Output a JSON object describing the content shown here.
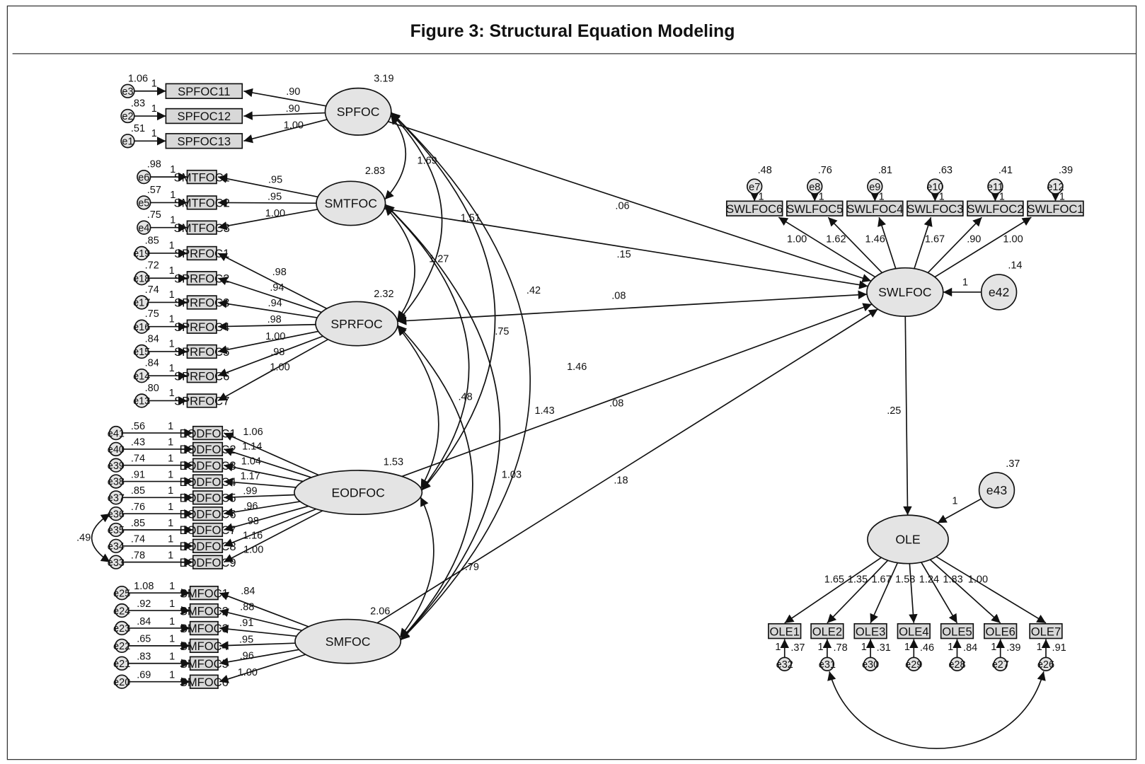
{
  "title": "Figure 3: Structural Equation Modeling",
  "colors": {
    "node_fill": "#e4e4e4",
    "stroke": "#111111",
    "frame": "#333333"
  },
  "latent": [
    {
      "name": "SPFOC",
      "variance": "3.19"
    },
    {
      "name": "SMTFOC",
      "variance": "2.83"
    },
    {
      "name": "SPRFOC",
      "variance": "2.32"
    },
    {
      "name": "EODFOC",
      "variance": "1.53"
    },
    {
      "name": "SMFOC",
      "variance": "2.06"
    },
    {
      "name": "SWLFOC",
      "variance": ""
    },
    {
      "name": "OLE",
      "variance": ""
    }
  ],
  "disturbances": [
    {
      "name": "e42",
      "variance": ".14",
      "target": "SWLFOC",
      "weight": "1"
    },
    {
      "name": "e43",
      "variance": ".37",
      "target": "OLE",
      "weight": "1"
    }
  ],
  "indicator_groups": [
    {
      "factor": "SPFOC",
      "items": [
        {
          "label": "SPFOC11",
          "error": "e3",
          "error_variance": "1.06",
          "fixed": "1",
          "loading": ".90"
        },
        {
          "label": "SPFOC12",
          "error": "e2",
          "error_variance": ".83",
          "fixed": "1",
          "loading": ".90"
        },
        {
          "label": "SPFOC13",
          "error": "e1",
          "error_variance": ".51",
          "fixed": "1",
          "loading": "1.00"
        }
      ]
    },
    {
      "factor": "SMTFOC",
      "items": [
        {
          "label": "SMTFOC1",
          "error": "e6",
          "error_variance": ".98",
          "fixed": "1",
          "loading": ".95"
        },
        {
          "label": "SMTFOC2",
          "error": "e5",
          "error_variance": ".57",
          "fixed": "1",
          "loading": ".95"
        },
        {
          "label": "SMTFOC3",
          "error": "e4",
          "error_variance": ".75",
          "fixed": "1",
          "loading": "1.00"
        }
      ]
    },
    {
      "factor": "SPRFOC",
      "items": [
        {
          "label": "SPRFOC1",
          "error": "e19",
          "error_variance": ".85",
          "fixed": "1",
          "loading": ".98"
        },
        {
          "label": "SPRFOC2",
          "error": "e18",
          "error_variance": ".72",
          "fixed": "1",
          "loading": ".94"
        },
        {
          "label": "SPRFOC3",
          "error": "e17",
          "error_variance": ".74",
          "fixed": "1",
          "loading": ".94"
        },
        {
          "label": "SPRFOC4",
          "error": "e16",
          "error_variance": ".75",
          "fixed": "1",
          "loading": ".98"
        },
        {
          "label": "SPRFOC5",
          "error": "e15",
          "error_variance": ".84",
          "fixed": "1",
          "loading": "1.00"
        },
        {
          "label": "SPRFOC6",
          "error": "e14",
          "error_variance": ".84",
          "fixed": "1",
          "loading": ".98"
        },
        {
          "label": "SPRFOC7",
          "error": "e13",
          "error_variance": ".80",
          "fixed": "1",
          "loading": "1.00"
        }
      ]
    },
    {
      "factor": "EODFOC",
      "items": [
        {
          "label": "EODFOC1",
          "error": "e41",
          "error_variance": ".56",
          "fixed": "1",
          "loading": "1.06"
        },
        {
          "label": "EODFOC2",
          "error": "e40",
          "error_variance": ".43",
          "fixed": "1",
          "loading": "1.14"
        },
        {
          "label": "EODFOC3",
          "error": "e39",
          "error_variance": ".74",
          "fixed": "1",
          "loading": "1.04"
        },
        {
          "label": "EODFOC4",
          "error": "e38",
          "error_variance": ".91",
          "fixed": "1",
          "loading": "1.17"
        },
        {
          "label": "EODFOC5",
          "error": "e37",
          "error_variance": ".85",
          "fixed": "1",
          "loading": ".99"
        },
        {
          "label": "EODFOC6",
          "error": "e36",
          "error_variance": ".76",
          "fixed": "1",
          "loading": ".96"
        },
        {
          "label": "EODFOC7",
          "error": "e35",
          "error_variance": ".85",
          "fixed": "1",
          "loading": ".98"
        },
        {
          "label": "EODFOC8",
          "error": "e34",
          "error_variance": ".74",
          "fixed": "1",
          "loading": "1.16"
        },
        {
          "label": "EODFOC9",
          "error": "e33",
          "error_variance": ".78",
          "fixed": "1",
          "loading": "1.00"
        }
      ]
    },
    {
      "factor": "SMFOC",
      "items": [
        {
          "label": "SMFOC1",
          "error": "e25",
          "error_variance": "1.08",
          "fixed": "1",
          "loading": ".84"
        },
        {
          "label": "SMFOC2",
          "error": "e24",
          "error_variance": ".92",
          "fixed": "1",
          "loading": ".88"
        },
        {
          "label": "SMFOC3",
          "error": "e23",
          "error_variance": ".84",
          "fixed": "1",
          "loading": ".91"
        },
        {
          "label": "SMFOC4",
          "error": "e22",
          "error_variance": ".65",
          "fixed": "1",
          "loading": ".95"
        },
        {
          "label": "SMFOC5",
          "error": "e21",
          "error_variance": ".83",
          "fixed": "1",
          "loading": ".96"
        },
        {
          "label": "SMFOC6",
          "error": "e20",
          "error_variance": ".69",
          "fixed": "1",
          "loading": "1.00"
        }
      ]
    },
    {
      "factor": "SWLFOC",
      "items": [
        {
          "label": "SWLFOC6",
          "error": "e7",
          "error_variance": ".48",
          "fixed": "1",
          "loading": "1.00"
        },
        {
          "label": "SWLFOC5",
          "error": "e8",
          "error_variance": ".76",
          "fixed": "1",
          "loading": "1.62"
        },
        {
          "label": "SWLFOC4",
          "error": "e9",
          "error_variance": ".81",
          "fixed": "1",
          "loading": "1.46"
        },
        {
          "label": "SWLFOC3",
          "error": "e10",
          "error_variance": ".63",
          "fixed": "1",
          "loading": "1.67"
        },
        {
          "label": "SWLFOC2",
          "error": "e11",
          "error_variance": ".41",
          "fixed": "1",
          "loading": ".90"
        },
        {
          "label": "SWLFOC1",
          "error": "e12",
          "error_variance": ".39",
          "fixed": "1",
          "loading": "1.00"
        }
      ]
    },
    {
      "factor": "OLE",
      "items": [
        {
          "label": "OLE1",
          "error": "e32",
          "error_variance": ".37",
          "fixed": "1",
          "loading": "1.65"
        },
        {
          "label": "OLE2",
          "error": "e31",
          "error_variance": ".78",
          "fixed": "1",
          "loading": "1.35"
        },
        {
          "label": "OLE3",
          "error": "e30",
          "error_variance": ".31",
          "fixed": "1",
          "loading": "1.67"
        },
        {
          "label": "OLE4",
          "error": "e29",
          "error_variance": ".46",
          "fixed": "1",
          "loading": "1.58"
        },
        {
          "label": "OLE5",
          "error": "e28",
          "error_variance": ".84",
          "fixed": "1",
          "loading": "1.24"
        },
        {
          "label": "OLE6",
          "error": "e27",
          "error_variance": ".39",
          "fixed": "1",
          "loading": "1.83"
        },
        {
          "label": "OLE7",
          "error": "e26",
          "error_variance": ".91",
          "fixed": "1",
          "loading": "1.00"
        }
      ]
    }
  ],
  "paths": [
    {
      "from": "SPFOC",
      "to": "SWLFOC",
      "estimate": ".06"
    },
    {
      "from": "SMTFOC",
      "to": "SWLFOC",
      "estimate": ".15"
    },
    {
      "from": "SPRFOC",
      "to": "SWLFOC",
      "estimate": ".08"
    },
    {
      "from": "EODFOC",
      "to": "SWLFOC",
      "estimate": ".08"
    },
    {
      "from": "SMFOC",
      "to": "SWLFOC",
      "estimate": ".18"
    },
    {
      "from": "SWLFOC",
      "to": "OLE",
      "estimate": ".25"
    }
  ],
  "covariances": [
    {
      "a": "SPFOC",
      "b": "SMTFOC",
      "estimate": "1.69"
    },
    {
      "a": "SPFOC",
      "b": "SPRFOC",
      "estimate": "1.51"
    },
    {
      "a": "SMTFOC",
      "b": "SPRFOC",
      "estimate": "1.27"
    },
    {
      "a": "SPFOC",
      "b": "EODFOC",
      "estimate": ".42"
    },
    {
      "a": "SMTFOC",
      "b": "EODFOC",
      "estimate": ".75"
    },
    {
      "a": "SPFOC",
      "b": "SMFOC",
      "estimate": "1.46"
    },
    {
      "a": "SPRFOC",
      "b": "EODFOC",
      "estimate": ".48"
    },
    {
      "a": "SMTFOC",
      "b": "SMFOC",
      "estimate": "1.43"
    },
    {
      "a": "SPRFOC",
      "b": "SMFOC",
      "estimate": "1.03"
    },
    {
      "a": "EODFOC",
      "b": "SMFOC",
      "estimate": ".79"
    },
    {
      "a": "e36",
      "b": "e33",
      "estimate": ".49"
    },
    {
      "a": "e31",
      "b": "e26",
      "estimate": ""
    }
  ]
}
